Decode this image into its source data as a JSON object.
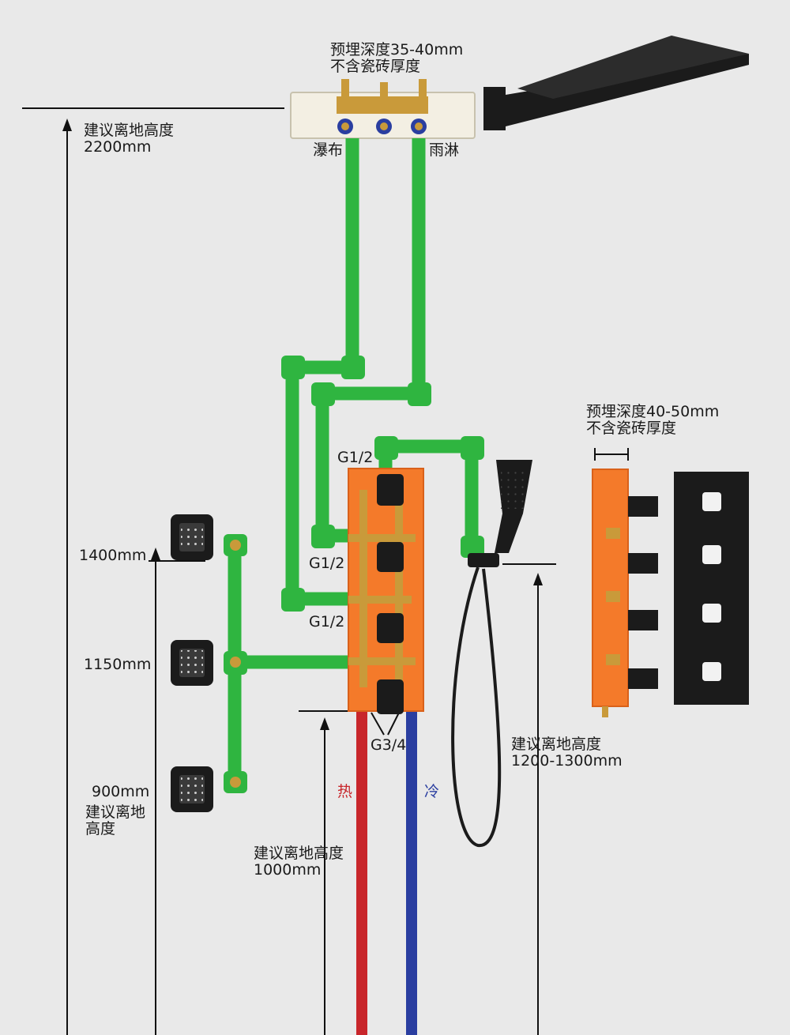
{
  "diagram": {
    "top_box": {
      "depth_line1": "预埋深度35-40mm",
      "depth_line2": "不含瓷砖厚度"
    },
    "rain_height": {
      "line1": "建议离地高度",
      "line2": "2200mm"
    },
    "outlets": {
      "waterfall": "瀑布",
      "rain": "雨淋"
    },
    "fittings": {
      "g_top": "G1/2",
      "g_mid": "G1/2",
      "g_low": "G1/2",
      "g_inlet": "G3/4"
    },
    "side_box": {
      "depth_line1": "预埋深度40-50mm",
      "depth_line2": "不含瓷砖厚度"
    },
    "body_jets": {
      "h1": "1400mm",
      "h2": "1150mm",
      "h3": "900mm",
      "note_line1": "建议离地",
      "note_line2": "高度"
    },
    "handheld": {
      "line1": "建议离地高度",
      "line2": "1200-1300mm"
    },
    "valve_height": {
      "line1": "建议离地高度",
      "line2": "1000mm"
    },
    "supply": {
      "hot": "热",
      "cold": "冷"
    },
    "colors": {
      "pipe_green": "#2fb540",
      "valve_orange": "#f47a2a",
      "hot_red": "#c8262b",
      "cold_blue": "#2a3ea0",
      "brass": "#c99a3a",
      "matte_black": "#1b1b1b"
    }
  }
}
